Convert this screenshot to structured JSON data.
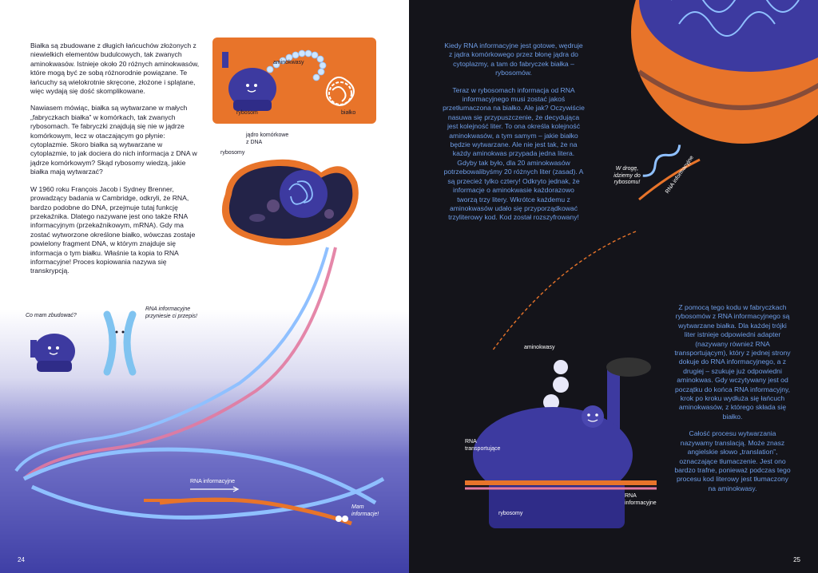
{
  "left_page": {
    "paragraphs": [
      "Białka są zbudowane z długich łańcuchów złożonych z niewielkich elementów budulcowych, tak zwanych aminokwasów. Istnieje około 20 różnych aminokwasów, które mogą być ze sobą różnorodnie powiązane. Te łańcuchy są wielokrotnie skręcone, złożone i splątane, więc wydają się dość skomplikowane.",
      "Nawiasem mówiąc, białka są wytwarzane w małych „fabryczkach białka” w komórkach, tak zwanych rybosomach. Te fabryczki znajdują się nie w jądrze komórkowym, lecz w otaczającym go płynie: cytoplazmie. Skoro białka są wytwarzane w cytoplazmie, to jak dociera do nich informacja z DNA w jądrze komórkowym? Skąd rybosomy wiedzą, jakie białka mają wytwarzać?",
      "W 1960 roku François Jacob i Sydney Brenner, prowadzący badania w Cambridge, odkryli, że RNA, bardzo podobne do DNA, przejmuje tutaj funkcję przekaźnika. Dlatego nazywane jest ono także RNA informacyjnym (przekaźnikowym, mRNA). Gdy ma zostać wytworzone określone białko, wówczas zostaje powielony fragment DNA, w którym znajduje się informacja o tym białku. Właśnie ta kopia to RNA informacyjne! Proces kopiowania nazywa się transkrypcją."
    ],
    "labels": {
      "aminokwasy": "aminokwasy",
      "rybosom": "rybosom",
      "bialko": "białko",
      "jadro": "jądro komórkowe z DNA",
      "rybosomy": "rybosomy",
      "co_mam": "Co mam zbudować?",
      "rna_przyniesie": "RNA informacyjne przyniesie ci przepis!",
      "rna_informacyjne": "RNA informacyjne",
      "mam_informacje": "Mam informacje!"
    },
    "page_number": "24"
  },
  "right_page": {
    "paragraphs_top": [
      "Kiedy RNA informacyjne jest gotowe, wędruje z jądra komórkowego przez błonę jądra do cytoplazmy, a tam do fabryczek białka – rybosomów.",
      "Teraz w rybosomach informacja od RNA informacyjnego musi zostać jakoś przetłumaczona na białko. Ale jak? Oczywiście nasuwa się przypuszczenie, że decydująca jest kolejność liter. To ona określa kolejność aminokwasów, a tym samym – jakie białko będzie wytwarzane. Ale nie jest tak, że na każdy aminokwas przypada jedna litera. Gdyby tak było, dla 20 aminokwasów potrzebowalibyśmy 20 różnych liter (zasad). A są przecież tylko cztery! Odkryto jednak, że informacje o aminokwasie każdorazowo tworzą trzy litery. Wkrótce każdemu z aminokwasów udało się przyporządkować trzyliterowy kod. Kod został rozszyfrowany!"
    ],
    "paragraphs_bottom": [
      "Z pomocą tego kodu w fabryczkach rybosomów z RNA informacyjnego są wytwarzane białka. Dla każdej trójki liter istnieje odpowiedni adapter (nazywany również RNA transportującym), który z jednej strony dokuje do RNA informacyjnego, a z drugiej – szukuje już odpowiedni aminokwas. Gdy wczytywany jest od początku do końca RNA informacyjny, krok po kroku wydłuża się łańcuch aminokwasów, z którego składa się białko.",
      "Całość procesu wytwarzania nazywamy translacją. Może znasz angielskie słowo „translation”, oznaczające tłumaczenie. Jest ono bardzo trafne, ponieważ podczas tego procesu kod literowy jest tłumaczony na aminokwasy."
    ],
    "labels": {
      "w_droge": "W drogę, idziemy do rybosomu!",
      "rna_diag": "RNA informacyjne",
      "aminokwasy": "aminokwasy",
      "rna_transport": "RNA transportujące",
      "rybosomy": "rybosomy",
      "rna_inf": "RNA informacyjne"
    },
    "page_number": "25"
  },
  "colors": {
    "orange": "#e8742a",
    "purple": "#3d3aa0",
    "light_blue": "#6f9ee8",
    "dark_bg": "#14141a",
    "pink": "#e27aa0"
  }
}
